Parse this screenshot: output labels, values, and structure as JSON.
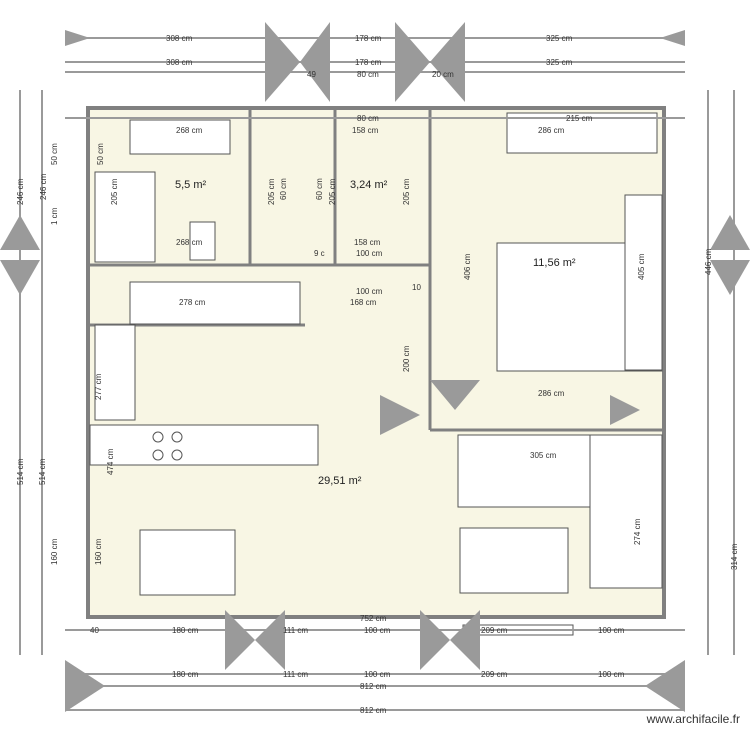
{
  "watermark": "www.archifacile.fr",
  "colors": {
    "floor": "#f8f6e4",
    "wall": "#808080",
    "arrow": "#9a9a9a",
    "furniture": "#ffffff",
    "label_border": "#2e8b57"
  },
  "rooms": [
    {
      "id": "bathroom",
      "area": "5,5 m²"
    },
    {
      "id": "hall",
      "area": "3,24 m²"
    },
    {
      "id": "bedroom",
      "area": "11,56 m²"
    },
    {
      "id": "living",
      "area": "29,51 m²"
    }
  ],
  "dimensions": {
    "top_segments": [
      "308 cm",
      "178 cm",
      "325 cm"
    ],
    "top_inner": [
      "49",
      "80 cm",
      "20 cm"
    ],
    "row3": [
      "80 cm",
      "158 cm",
      "268 cm",
      "286 cm",
      "215 cm"
    ],
    "vertical": [
      "50 cm",
      "50 cm",
      "205 cm",
      "205 cm",
      "60 cm",
      "60 cm",
      "205 cm",
      "205 cm",
      "246 cm",
      "246 cm",
      "1 cm",
      "406 cm",
      "405 cm",
      "446 cm",
      "200 cm",
      "277 cm",
      "474 cm",
      "514 cm",
      "514 cm",
      "160 cm",
      "160 cm",
      "274 cm",
      "314 cm"
    ],
    "mid": [
      "268 cm",
      "158 cm",
      "100 cm",
      "100 cm",
      "168 cm",
      "278 cm",
      "286 cm",
      "305 cm",
      "9 c",
      "10"
    ],
    "bottom": [
      "752 cm",
      "40",
      "180 cm",
      "111 cm",
      "100 cm",
      "209 cm",
      "100 cm",
      "180 cm",
      "111 cm",
      "100 cm",
      "209 cm",
      "100 cm",
      "812 cm",
      "812 cm"
    ]
  }
}
